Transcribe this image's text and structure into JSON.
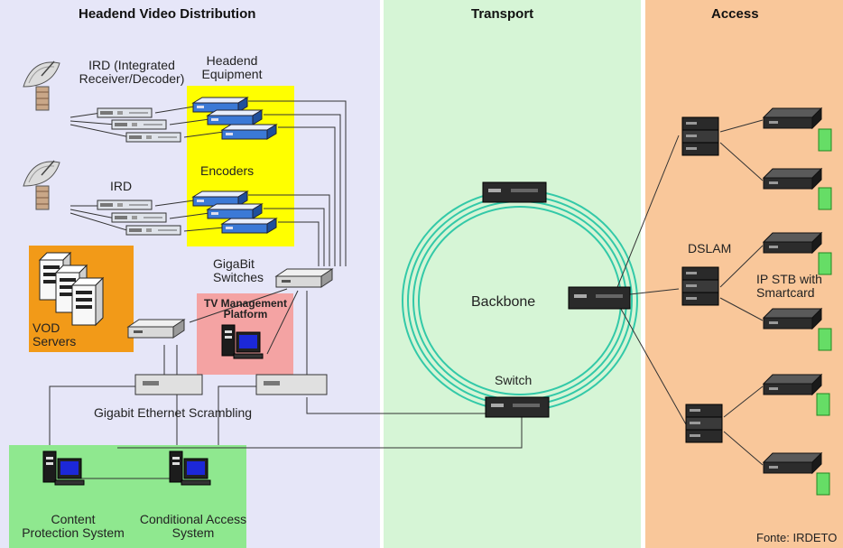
{
  "sections": {
    "headend": "Headend Video Distribution",
    "transport": "Transport",
    "access": "Access"
  },
  "labels": {
    "ird_integrated": "IRD (Integrated Receiver/Decoder)",
    "headend_equipment": "Headend Equipment",
    "encoders": "Encoders",
    "ird": "IRD",
    "gigabit_switches": "GigaBit Switches",
    "vod_servers": "VOD Servers",
    "tv_management": "TV Management Platform",
    "gigabit_scrambling": "Gigabit Ethernet Scrambling",
    "content_protection": "Content Protection System",
    "conditional_access": "Conditional Access System",
    "backbone": "Backbone",
    "switch": "Switch",
    "dslam": "DSLAM",
    "ip_stb": "IP STB with Smartcard",
    "source": "Fonte: IRDETO"
  },
  "colors": {
    "headend_bg": "#e6e6f8",
    "transport_bg": "#d6f5d6",
    "access_bg": "#f9c79a",
    "yellow_box": "#ffff00",
    "orange_box": "#f29a18",
    "pink_box": "#f4a3a3",
    "green_box": "#8fe88f",
    "ring": "#33c9a8",
    "smartcard": "#66dd66"
  }
}
